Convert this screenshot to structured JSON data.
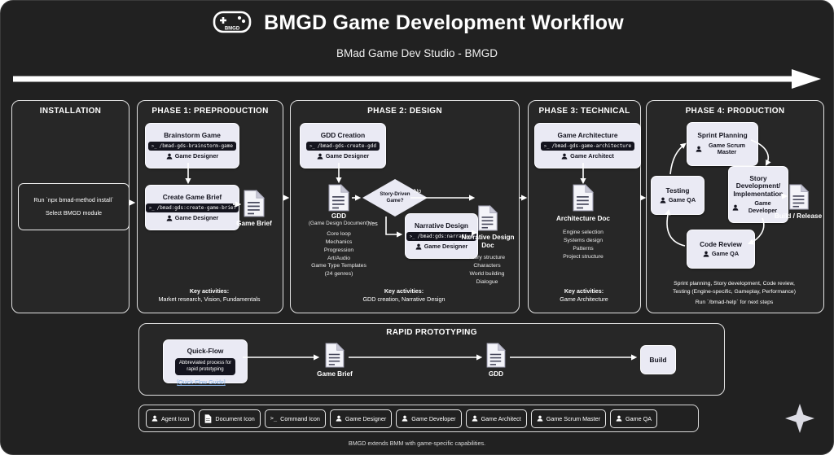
{
  "colors": {
    "canvas_bg": "#212121",
    "panel_border": "#e2e2e2",
    "box_bg": "#eaeaf4",
    "badge_bg": "#14141e",
    "arrow": "#ffffff",
    "link": "#8ab4e8"
  },
  "icons": {
    "command_glyph": ">_"
  },
  "header": {
    "icon_label": "BMGD",
    "title": "BMGD Game Development Workflow",
    "subtitle": "BMad Game Dev Studio - BMGD"
  },
  "installation": {
    "title": "INSTALLATION",
    "line1": "Run `npx bmad-method install`",
    "line2": "Select BMGD module"
  },
  "phase1": {
    "title": "PHASE 1: PREPRODUCTION",
    "brainstorm": {
      "title": "Brainstorm Game",
      "command": "/bmad-gds-brainstorm-game",
      "agent": "Game Designer"
    },
    "create_brief": {
      "title": "Create Game Brief",
      "command": "/bmad:gds:create-game-brief",
      "agent": "Game Designer"
    },
    "output_doc": "Game Brief",
    "key_label": "Key activities:",
    "key_text": "Market research, Vision, Fundamentals"
  },
  "phase2": {
    "title": "PHASE 2: DESIGN",
    "gdd_creation": {
      "title": "GDD Creation",
      "command": "/bmad-gds-create-gdd",
      "agent": "Game Designer"
    },
    "gdd_doc": {
      "name": "GDD",
      "subtitle": "(Game Design Document)",
      "items": [
        "Core loop",
        "Mechanics",
        "Progression",
        "Art/Audio",
        "Game Type Templates",
        "(24 genres)"
      ]
    },
    "decision": {
      "text": "Story-Driven Game?",
      "no_label": "No",
      "yes_label": "Yes"
    },
    "narrative": {
      "title": "Narrative Design",
      "command": "/bmad:gds:narrative",
      "agent": "Game Designer"
    },
    "narrative_doc": {
      "name": "Narrative Design Doc",
      "items": [
        "Story structure",
        "Characters",
        "World building",
        "Dialogue"
      ]
    },
    "key_label": "Key activities:",
    "key_text": "GDD creation, Narrative Design"
  },
  "phase3": {
    "title": "PHASE 3: TECHNICAL",
    "architecture": {
      "title": "Game Architecture",
      "command": "/bmad-gds-game-architecture",
      "agent": "Game Architect"
    },
    "arch_doc": {
      "name": "Architecture Doc",
      "items": [
        "Engine selection",
        "Systems design",
        "Patterns",
        "Project structure"
      ]
    },
    "key_label": "Key activities:",
    "key_text": "Game Architecture"
  },
  "phase4": {
    "title": "PHASE 4: PRODUCTION",
    "sprint": {
      "title": "Sprint Planning",
      "agent": "Game Scrum Master"
    },
    "testing": {
      "title": "Testing",
      "agent": "Game QA"
    },
    "story": {
      "title": "Story Development/ Implementation",
      "agent": "Game Developer"
    },
    "review": {
      "title": "Code Review",
      "agent": "Game QA"
    },
    "build_doc": "Build / Release",
    "summary1": "Sprint planning, Story development, Code review,",
    "summary2": "Testing (Engine-specific, Gameplay, Performance)",
    "summary3": "Run `/bmad-help` for next steps"
  },
  "rapid": {
    "title": "RAPID PROTOTYPING",
    "quick_flow": {
      "title": "Quick-Flow",
      "desc1": "Abbreviated process for",
      "desc2": "rapid prototyping",
      "link": "[Quick-Flow Guide]"
    },
    "doc1": "Game Brief",
    "doc2": "GDD",
    "build": "Build"
  },
  "legend": {
    "items": [
      "Agent Icon",
      "Document Icon",
      "Command Icon",
      "Game Designer",
      "Game Developer",
      "Game Architect",
      "Game Scrum Master",
      "Game QA"
    ]
  },
  "footer": "BMGD extends BMM with game-specific capabilities."
}
